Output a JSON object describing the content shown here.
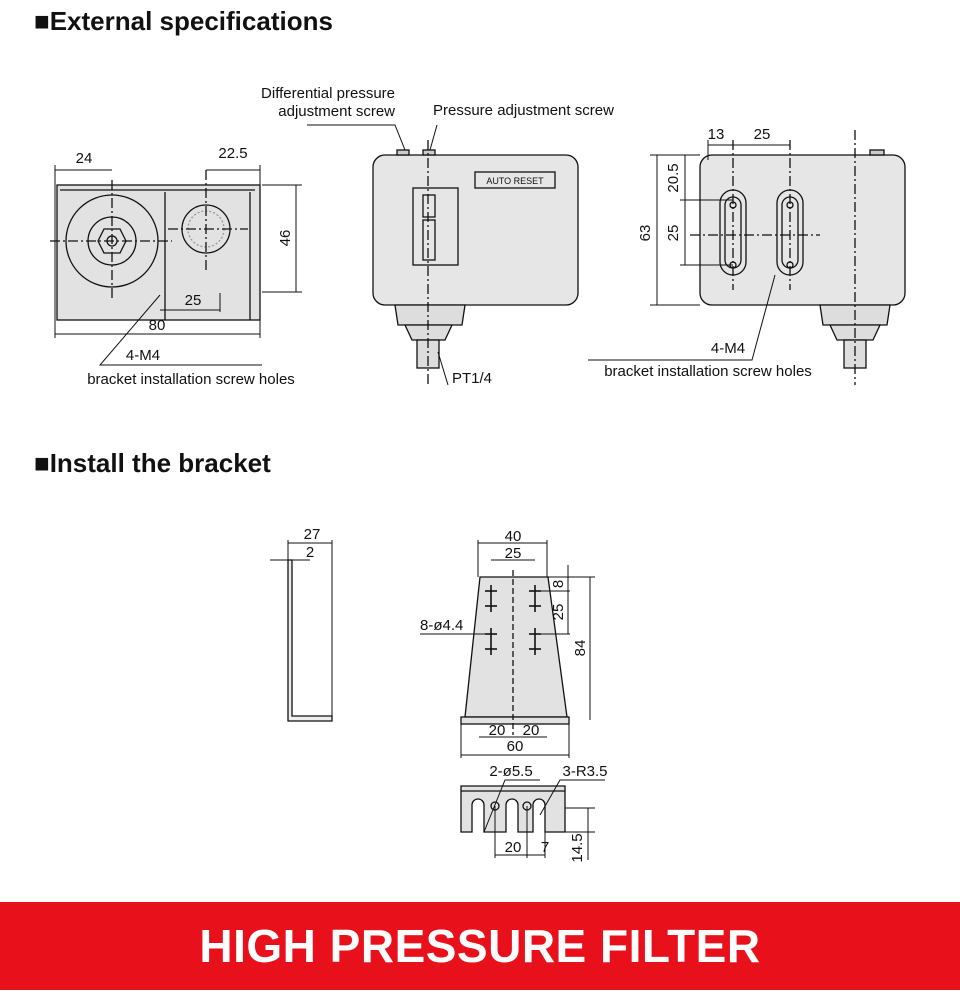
{
  "sections": {
    "external_title": "■External specifications",
    "bracket_title": "■Install the bracket"
  },
  "external": {
    "left_view": {
      "dim_24": "24",
      "dim_22_5": "22.5",
      "dim_46": "46",
      "dim_25": "25",
      "dim_80": "80",
      "screw_label": "4-M4",
      "screw_desc": "bracket installation screw holes"
    },
    "front_view": {
      "diff_screw_line1": "Differential pressure",
      "diff_screw_line2": "adjustment screw",
      "pressure_screw": "Pressure adjustment screw",
      "auto_reset": "AUTO RESET",
      "port": "PT1/4"
    },
    "right_view": {
      "dim_13": "13",
      "dim_25_top": "25",
      "dim_20_5": "20.5",
      "dim_25_side": "25",
      "dim_63": "63",
      "screw_label": "4-M4",
      "screw_desc": "bracket installation screw holes"
    }
  },
  "bracket": {
    "side": {
      "dim_27": "27",
      "dim_2": "2"
    },
    "front": {
      "dim_40": "40",
      "dim_25": "25",
      "dim_8": "8",
      "dim_25_side": "25",
      "dim_84": "84",
      "holes": "8-ø4.4",
      "dim_20a": "20",
      "dim_20b": "20",
      "dim_60": "60"
    },
    "bottom": {
      "holes": "2-ø5.5",
      "slots": "3-R3.5",
      "dim_20": "20",
      "dim_7": "7",
      "dim_14_5": "14.5"
    }
  },
  "banner": {
    "text": "HIGH PRESSURE FILTER",
    "color": "#e8101a"
  }
}
